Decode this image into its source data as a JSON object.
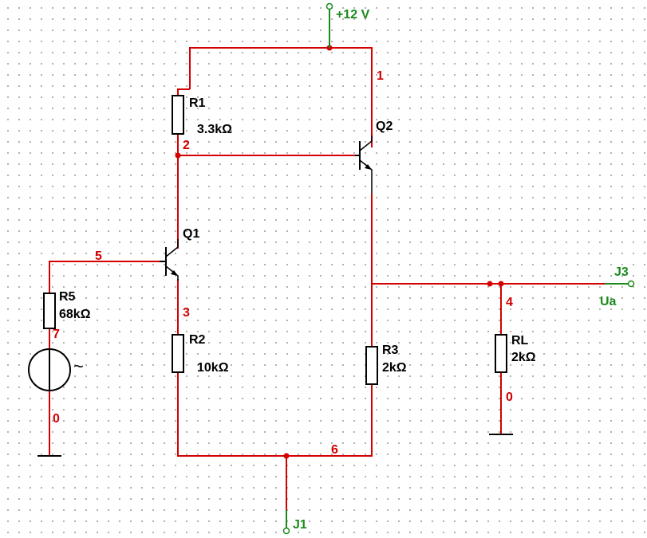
{
  "supply": {
    "label": "+12 V"
  },
  "components": {
    "R1": {
      "name": "R1",
      "value": "3.3kΩ"
    },
    "R2": {
      "name": "R2",
      "value": "10kΩ"
    },
    "R3": {
      "name": "R3",
      "value": "2kΩ"
    },
    "R5": {
      "name": "R5",
      "value": "68kΩ"
    },
    "RL": {
      "name": "RL",
      "value": "2kΩ"
    },
    "Q1": {
      "name": "Q1"
    },
    "Q2": {
      "name": "Q2"
    },
    "source": {
      "symbol": "~"
    }
  },
  "terminals": {
    "J1": {
      "name": "J1"
    },
    "J3": {
      "name": "J3",
      "signal": "Ua"
    }
  },
  "nodes": {
    "n1": "1",
    "n2": "2",
    "n3": "3",
    "n4": "4",
    "n5": "5",
    "n6": "6",
    "n7": "7",
    "n0a": "0",
    "n0b": "0"
  },
  "colors": {
    "wire": "#d40000",
    "terminal": "#1a8a1a",
    "component": "#000000",
    "grid": "#9a9a9a"
  }
}
